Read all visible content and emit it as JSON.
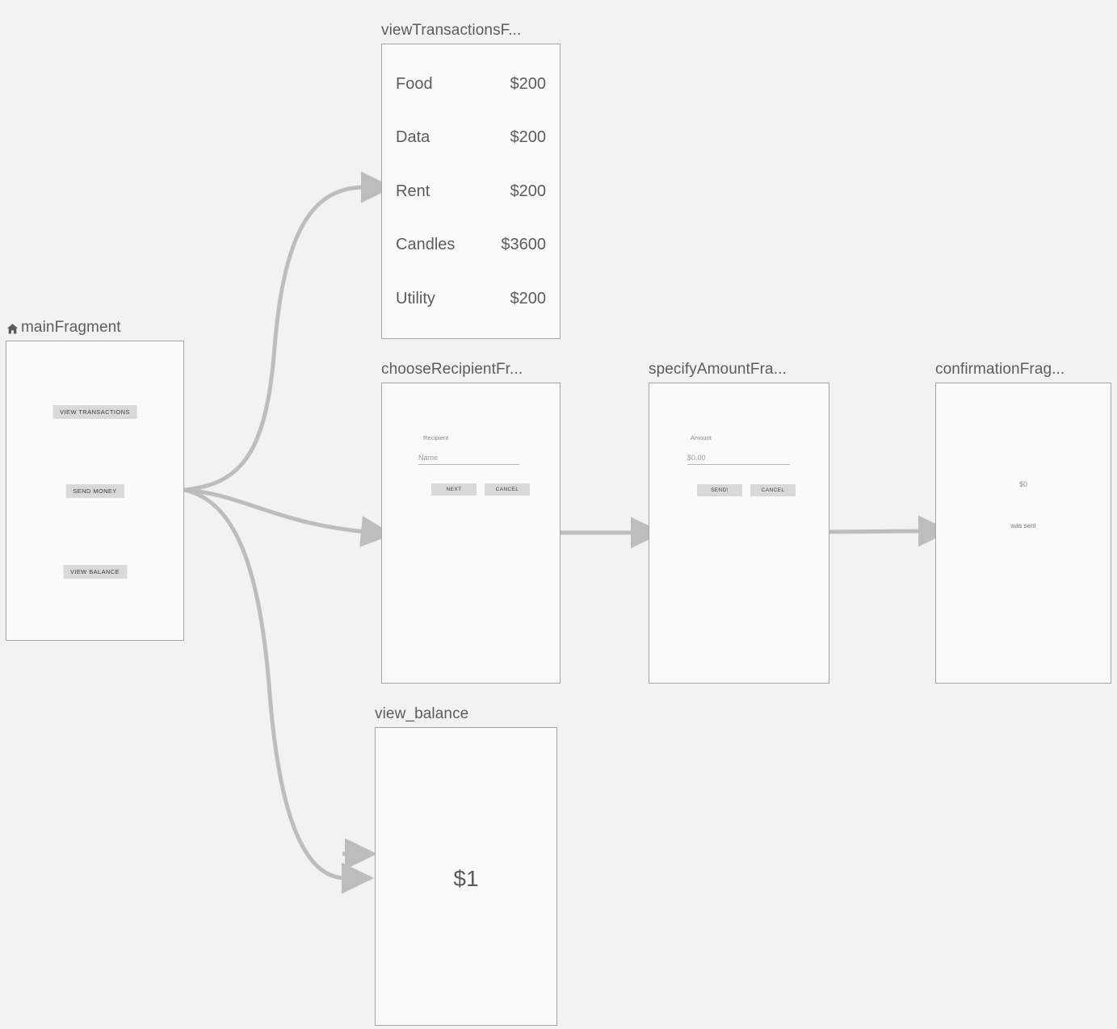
{
  "canvas": {
    "background": "#f2f2f2",
    "frame_fill": "#fafafa",
    "frame_border": "#a3a3a3",
    "edge_color": "#bdbdbd",
    "button_fill": "#d9d9d9",
    "title_color": "#5c5c5c"
  },
  "nodes": {
    "main_fragment": {
      "title": "mainFragment",
      "is_start_destination": true,
      "start_icon": "home-icon",
      "buttons": [
        {
          "label": "VIEW TRANSACTIONS"
        },
        {
          "label": "SEND MONEY"
        },
        {
          "label": "VIEW BALANCE"
        }
      ]
    },
    "view_transactions_fragment": {
      "title": "viewTransactionsF...",
      "transactions": [
        {
          "category": "Food",
          "amount": "$200"
        },
        {
          "category": "Data",
          "amount": "$200"
        },
        {
          "category": "Rent",
          "amount": "$200"
        },
        {
          "category": "Candles",
          "amount": "$3600"
        },
        {
          "category": "Utility",
          "amount": "$200"
        }
      ]
    },
    "choose_recipient_fragment": {
      "title": "chooseRecipientFr...",
      "field_label": "Recipient",
      "field_placeholder": "Name",
      "primary_button": "NEXT",
      "secondary_button": "CANCEL"
    },
    "specify_amount_fragment": {
      "title": "specifyAmountFra...",
      "field_label": "Amount",
      "field_placeholder": "$0.00",
      "primary_button": "SEND!",
      "secondary_button": "CANCEL"
    },
    "confirmation_fragment": {
      "title": "confirmationFrag...",
      "amount": "$0",
      "subtitle": "was sent"
    },
    "view_balance_fragment": {
      "title": "view_balance",
      "balance": "$1"
    }
  }
}
